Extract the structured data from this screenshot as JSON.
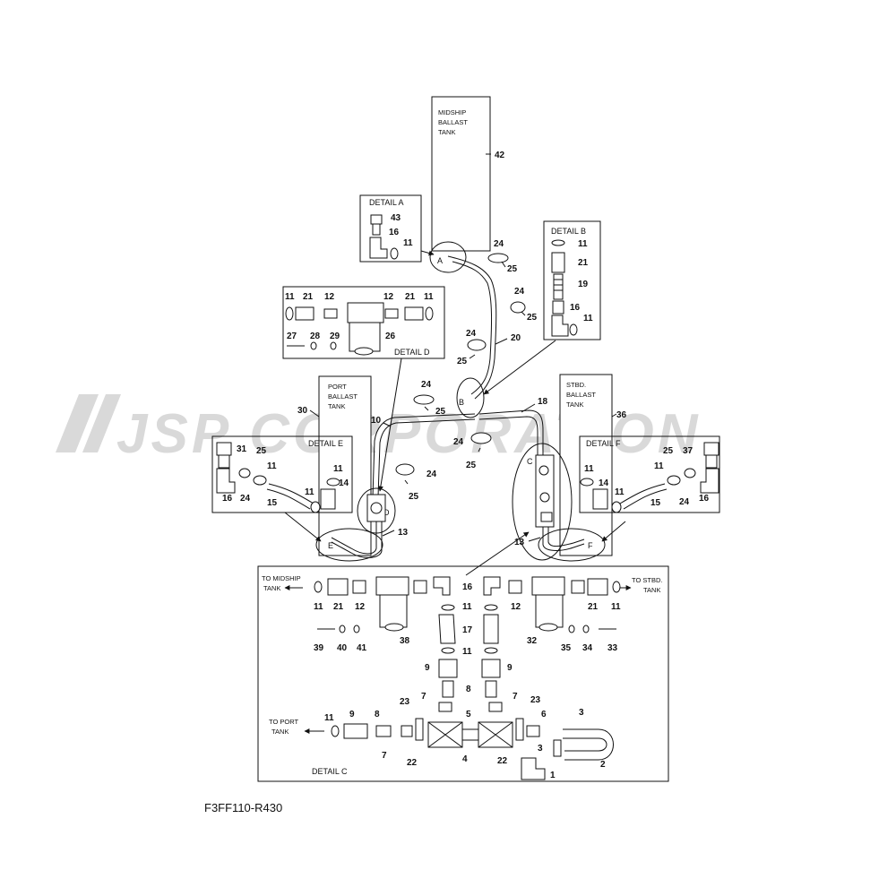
{
  "watermark": "JSP CORPORATION",
  "drawing_code": "F3FF110-R430",
  "tanks": {
    "midship": [
      "MIDSHIP",
      "BALLAST",
      "TANK"
    ],
    "port": [
      "PORT",
      "BALLAST",
      "TANK"
    ],
    "stbd": [
      "STBD.",
      "BALLAST",
      "TANK"
    ]
  },
  "details": {
    "a": "DETAIL A",
    "b": "DETAIL B",
    "c": "DETAIL C",
    "d": "DETAIL D",
    "e": "DETAIL E",
    "f": "DETAIL F"
  },
  "circle_letters": {
    "a": "A",
    "b": "B",
    "c": "C",
    "d": "D",
    "e": "E",
    "f": "F"
  },
  "directions": {
    "to_midship": [
      "TO MIDSHIP",
      "TANK"
    ],
    "to_stbd": [
      "TO STBD.",
      "TANK"
    ],
    "to_port": [
      "TO PORT",
      "TANK"
    ]
  },
  "callouts": {
    "c42": "42",
    "c43": "43",
    "c16a": "16",
    "c11a": "11",
    "c11b1": "11",
    "c21b": "21",
    "c19b": "19",
    "c16b": "16",
    "c11b2": "11",
    "c24a": "24",
    "c25a": "25",
    "c24b": "24",
    "c25b": "25",
    "c24c": "24",
    "c25c": "25",
    "c20": "20",
    "d11l": "11",
    "d21l": "21",
    "d12l": "12",
    "d12r": "12",
    "d21r": "21",
    "d11r": "11",
    "d27": "27",
    "d28": "28",
    "d29": "29",
    "d26": "26",
    "c30": "30",
    "c10": "10",
    "c18": "18",
    "c36": "36",
    "c24d": "24",
    "c25d": "25",
    "c24e": "24",
    "c25e": "25",
    "c24f": "24",
    "c25f": "25",
    "e31": "31",
    "e25": "25",
    "e11a": "11",
    "e11b": "11",
    "e11c": "11",
    "e14": "14",
    "e16": "16",
    "e24": "24",
    "e15": "15",
    "f25": "25",
    "f37": "37",
    "f11a": "11",
    "f11b": "11",
    "f11c": "11",
    "f14": "14",
    "f16": "16",
    "f24": "24",
    "f15": "15",
    "c13l": "13",
    "c13r": "13",
    "k11a": "11",
    "k21a": "21",
    "k12a": "12",
    "k16": "16",
    "k12b": "12",
    "k21b": "21",
    "k11b": "11",
    "k11c": "11",
    "k17": "17",
    "k11d": "11",
    "k39": "39",
    "k40": "40",
    "k41": "41",
    "k38": "38",
    "k32": "32",
    "k35": "35",
    "k34": "34",
    "k33": "33",
    "k9a": "9",
    "k9b": "9",
    "k8a": "8",
    "k7a": "7",
    "k7b": "7",
    "k23a": "23",
    "k23b": "23",
    "k5": "5",
    "k6": "6",
    "k3a": "3",
    "k11e": "11",
    "k9c": "9",
    "k8b": "8",
    "k7c": "7",
    "k22a": "22",
    "k4": "4",
    "k22b": "22",
    "k3b": "3",
    "k2": "2",
    "k1": "1"
  }
}
